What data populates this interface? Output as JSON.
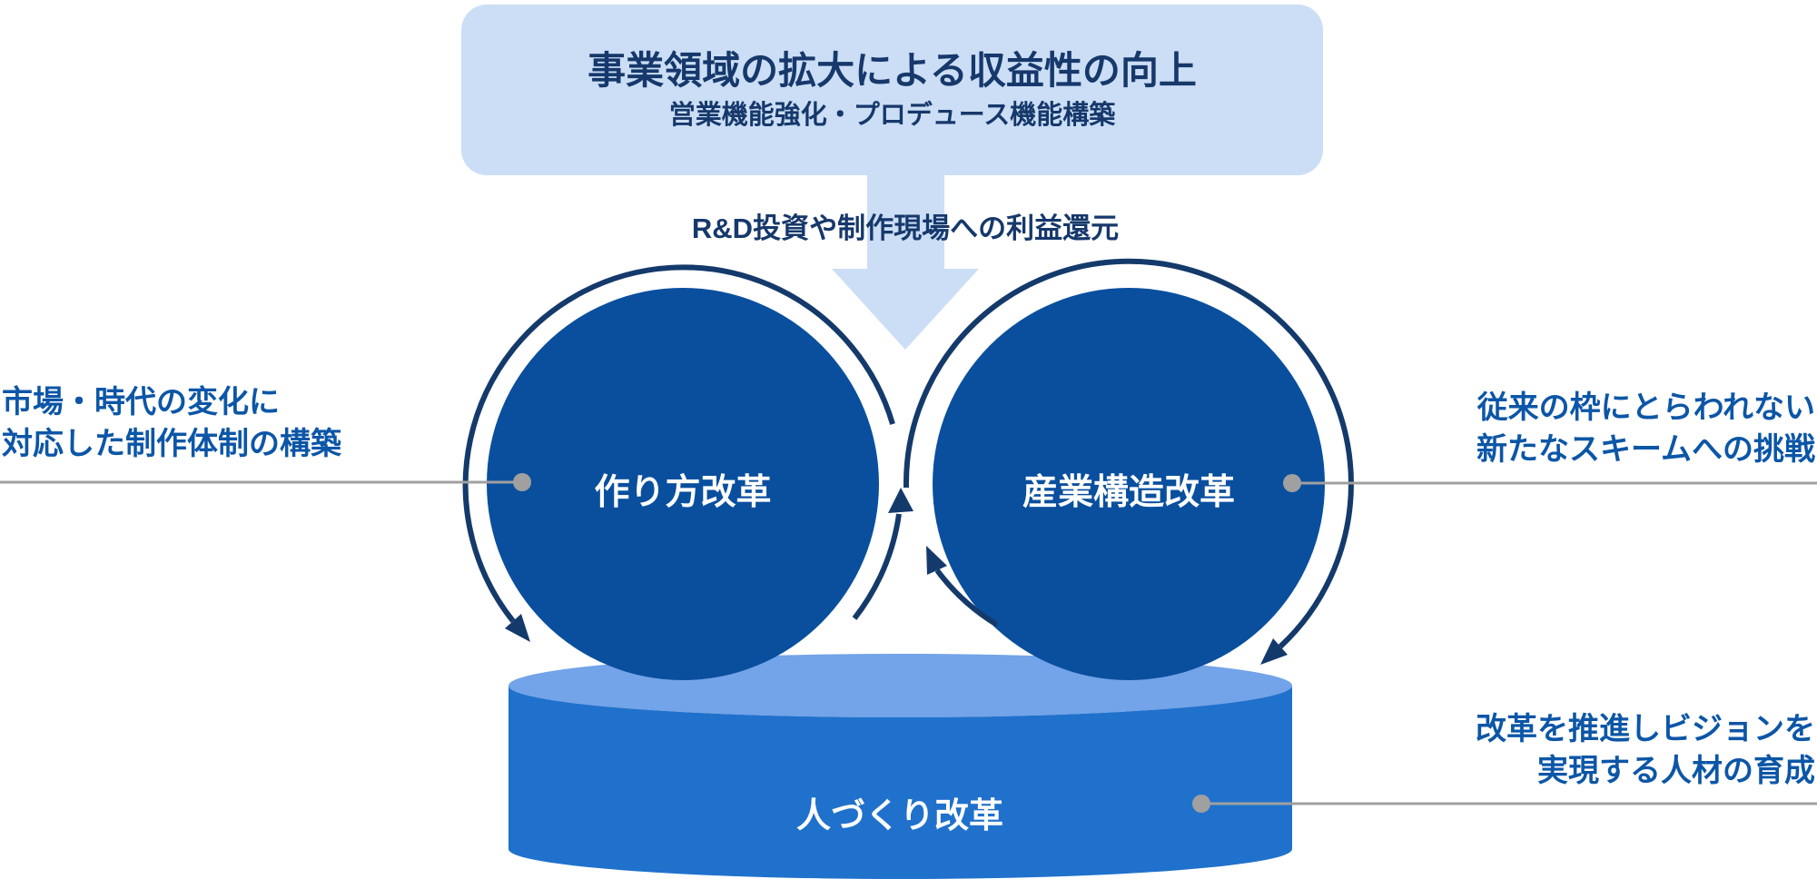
{
  "colors": {
    "light-blue": "#CBDEF5",
    "navy-text": "#16386B",
    "ring-navy": "#143A6B",
    "circle-fill": "#0A4F9E",
    "annotation-blue": "#0C56A7",
    "cylinder-body": "#2071CC",
    "cylinder-top": "#73A3E8",
    "connector-gray": "#A0A0A0",
    "label-white": "#FFFFFF"
  },
  "top_box": {
    "title": "事業領域の拡大による収益性の向上",
    "subtitle": "営業機能強化・プロデュース機能構築"
  },
  "flow": {
    "reinvest_label": "R&D投資や制作現場への利益還元"
  },
  "reforms": {
    "left_circle": {
      "label": "作り方改革"
    },
    "right_circle": {
      "label": "産業構造改革"
    },
    "base_cylinder": {
      "label": "人づくり改革"
    }
  },
  "annotations": {
    "left": {
      "line1": "市場・時代の変化に",
      "line2": "対応した制作体制の構築"
    },
    "right": {
      "line1": "従来の枠にとらわれない",
      "line2": "新たなスキームへの挑戦"
    },
    "bottom_right": {
      "line1": "改革を推進しビジョンを",
      "line2": "実現する人材の育成"
    }
  }
}
